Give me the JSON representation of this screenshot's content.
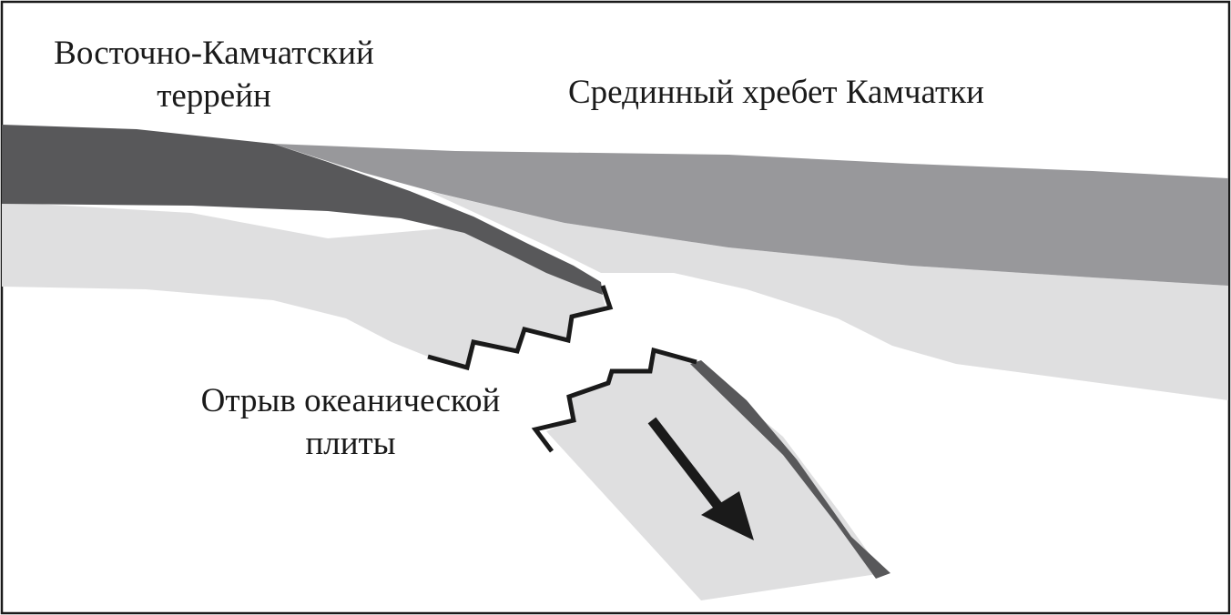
{
  "labels": {
    "east_kamchatka_terrane": {
      "line1": "Восточно-Камчатский",
      "line2": "террейн"
    },
    "median_ridge": "Срединный хребет Камчатки",
    "slab_breakoff": {
      "line1": "Отрыв океанической",
      "line2": "плиты"
    }
  },
  "colors": {
    "terrane_dark": "#58585a",
    "ridge_mid": "#98989b",
    "plate_light": "#dfdfe0",
    "outline": "#1a1a1a",
    "background": "#ffffff"
  }
}
